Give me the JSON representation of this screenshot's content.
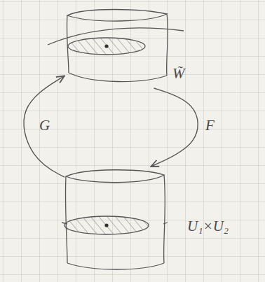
{
  "diagram": {
    "nodes": [
      {
        "text": [
          "W̃"
        ]
      },
      {
        "text": [
          "U₁×U₂"
        ]
      }
    ],
    "edges": [
      {
        "from": 0,
        "to": 1,
        "label": "F",
        "arrow": "to"
      },
      {
        "from": 1,
        "to": 0,
        "label": "G",
        "arrow": "to"
      }
    ]
  }
}
